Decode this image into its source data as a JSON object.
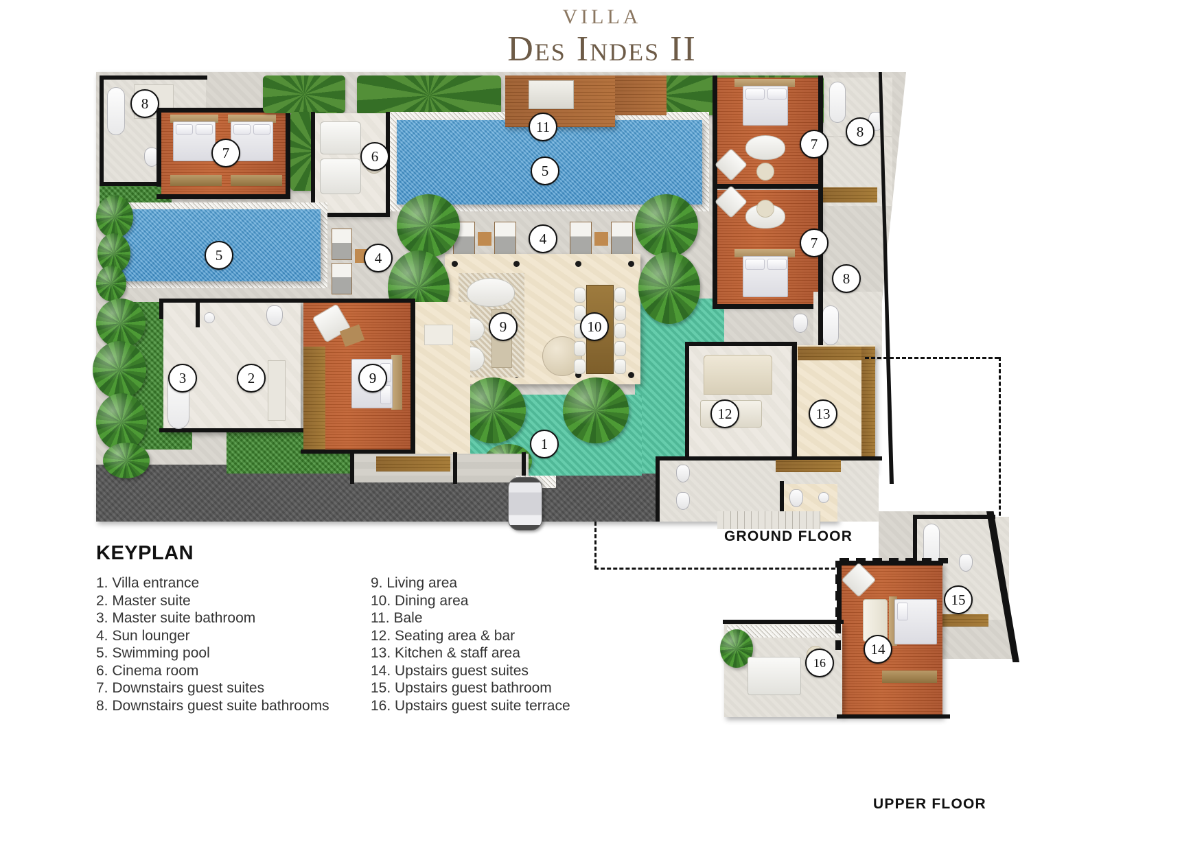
{
  "title": {
    "line1": "VILLA",
    "line2": "Des Indes II"
  },
  "keyplan": {
    "heading": "KEYPLAN",
    "column1": [
      "1. Villa entrance",
      "2. Master suite",
      "3. Master suite bathroom",
      "4. Sun lounger",
      "5. Swimming pool",
      "6. Cinema room",
      "7. Downstairs guest suites",
      "8. Downstairs guest suite bathrooms"
    ],
    "column2": [
      "9. Living area",
      "10. Dining area",
      "11. Bale",
      "12. Seating area & bar",
      "13. Kitchen & staff area",
      "14. Upstairs guest suites",
      "15. Upstairs guest bathroom",
      "16. Upstairs guest suite terrace"
    ]
  },
  "floors": {
    "ground": "GROUND FLOOR",
    "upper": "UPPER FLOOR"
  },
  "markers": {
    "m1": "1",
    "m2": "2",
    "m3": "3",
    "m4a": "4",
    "m4b": "4",
    "m5a": "5",
    "m5b": "5",
    "m6": "6",
    "m7a": "7",
    "m7b": "7",
    "m7c": "7",
    "m8a": "8",
    "m8b": "8",
    "m8c": "8",
    "m9a": "9",
    "m9b": "9",
    "m10": "10",
    "m11": "11",
    "m12": "12",
    "m13": "13",
    "m14": "14",
    "m15": "15",
    "m16": "16"
  },
  "colors": {
    "title_accent": "#6d5b47",
    "pool_water": "#4e9fd6",
    "wood_floor": "#b3562a",
    "lawn": "#57c8a4",
    "grass": "#3f8c2f",
    "wall": "#121212",
    "driveway": "#5a5a5a"
  }
}
